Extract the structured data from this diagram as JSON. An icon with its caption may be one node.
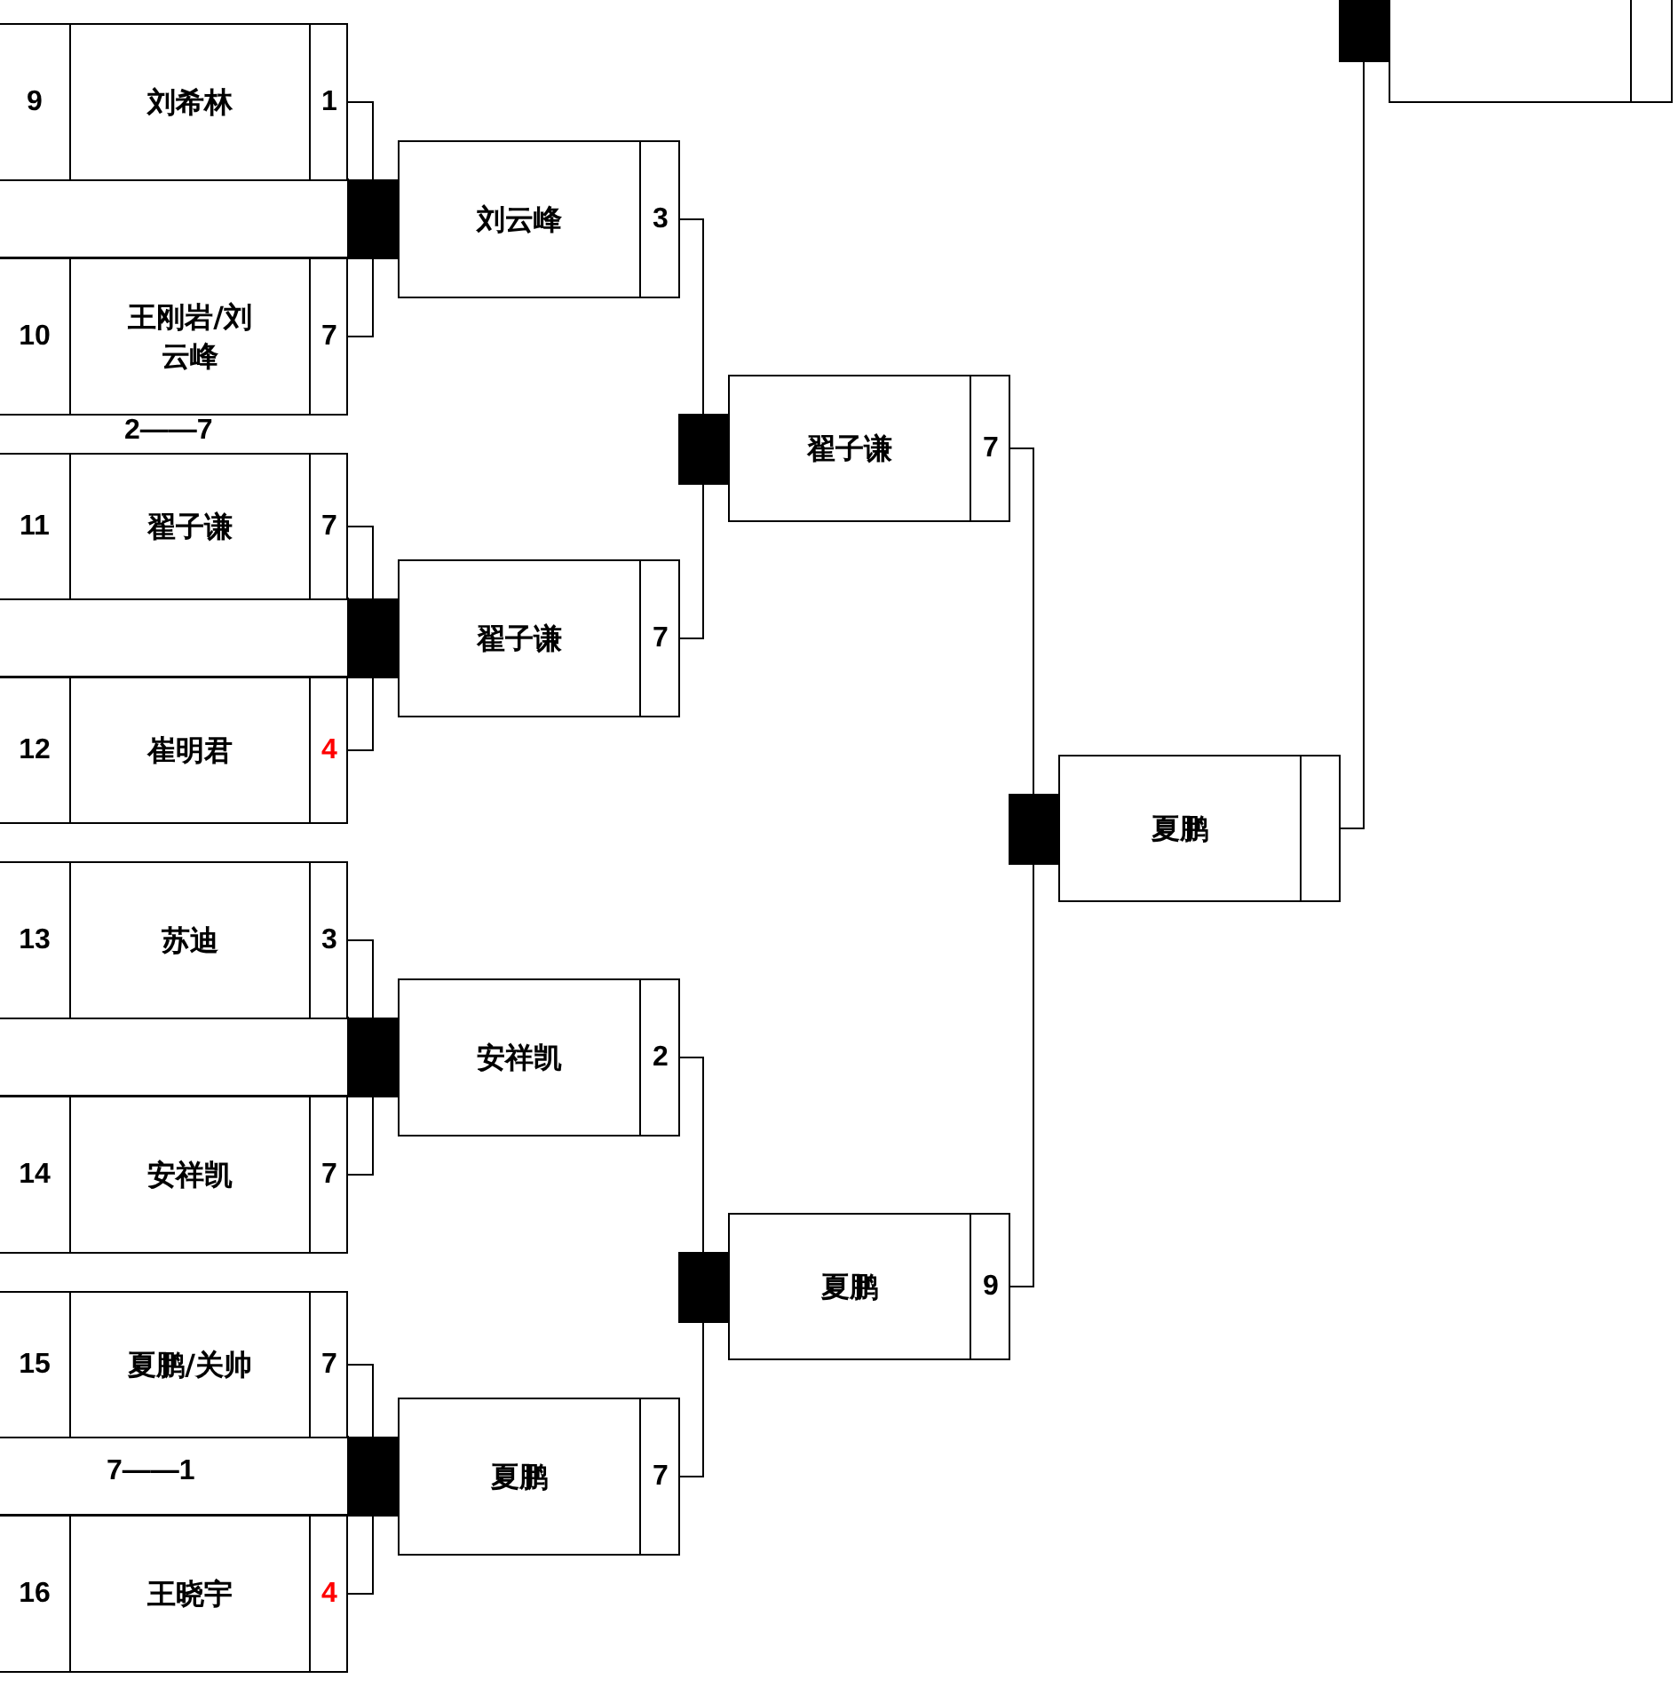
{
  "diagram": {
    "nodes": [
      {
        "text": [
          "9",
          "刘希林",
          "1"
        ]
      },
      {
        "text": [
          "10",
          "王刚岩/刘云峰",
          "7"
        ]
      },
      {
        "text": [
          "11",
          "翟子谦",
          "7"
        ]
      },
      {
        "text": [
          "12",
          "崔明君",
          "4"
        ]
      },
      {
        "text": [
          "13",
          "苏迪",
          "3"
        ]
      },
      {
        "text": [
          "14",
          "安祥凯",
          "7"
        ]
      },
      {
        "text": [
          "15",
          "夏鹏/关帅",
          "7"
        ]
      },
      {
        "text": [
          "16",
          "王晓宇",
          "4"
        ]
      },
      {
        "text": [
          "刘云峰",
          "3"
        ]
      },
      {
        "text": [
          "翟子谦",
          "7"
        ]
      },
      {
        "text": [
          "安祥凯",
          "2"
        ]
      },
      {
        "text": [
          "夏鹏",
          "7"
        ]
      },
      {
        "text": [
          "翟子谦",
          "7"
        ]
      },
      {
        "text": [
          "夏鹏",
          "9"
        ]
      },
      {
        "text": [
          "夏鹏"
        ]
      },
      {
        "text": [],
        "shape": "box"
      }
    ],
    "edges": [
      {
        "from": 0,
        "to": 8,
        "arrow": "none"
      },
      {
        "from": 1,
        "to": 8,
        "arrow": "none"
      },
      {
        "from": 2,
        "to": 9,
        "arrow": "none"
      },
      {
        "from": 3,
        "to": 9,
        "arrow": "none"
      },
      {
        "from": 4,
        "to": 10,
        "arrow": "none"
      },
      {
        "from": 5,
        "to": 10,
        "arrow": "none"
      },
      {
        "from": 6,
        "to": 11,
        "arrow": "none"
      },
      {
        "from": 7,
        "to": 11,
        "arrow": "none"
      },
      {
        "from": 8,
        "to": 12,
        "arrow": "none"
      },
      {
        "from": 9,
        "to": 12,
        "arrow": "none"
      },
      {
        "from": 10,
        "to": 13,
        "arrow": "none"
      },
      {
        "from": 11,
        "to": 13,
        "arrow": "none"
      },
      {
        "from": 12,
        "to": 14,
        "arrow": "none"
      },
      {
        "from": 13,
        "to": 14,
        "arrow": "none"
      },
      {
        "from": 14,
        "to": 15,
        "arrow": "none"
      }
    ],
    "labels": [
      "2——7",
      "7——1"
    ]
  }
}
